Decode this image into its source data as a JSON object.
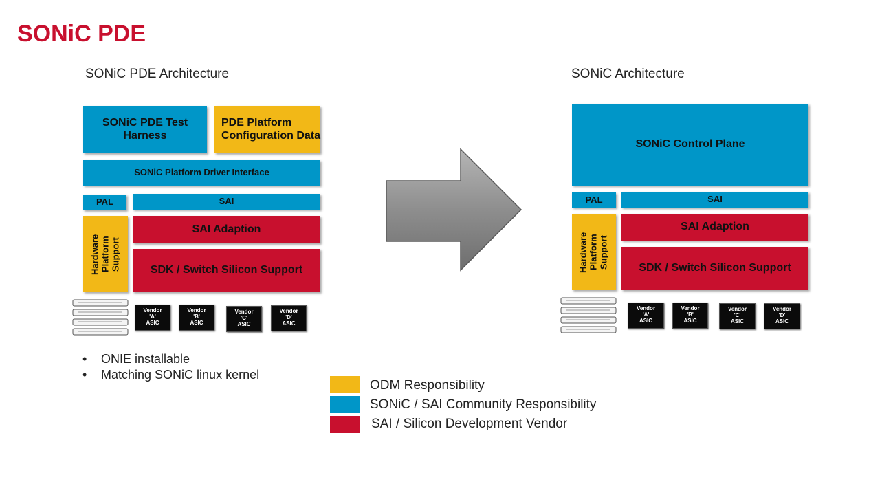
{
  "slide_title": "SONiC PDE",
  "left": {
    "heading": "SONiC PDE Architecture",
    "test_harness": "SONiC PDE Test Harness",
    "pde_config": "PDE Platform Configuration Data",
    "driver_interface": "SONiC Platform Driver Interface",
    "pal": "PAL",
    "sai": "SAI",
    "hw_support": "Hardware Platform Support",
    "sai_adaption": "SAI Adaption",
    "sdk": "SDK / Switch Silicon Support",
    "asics": [
      {
        "line1": "Vendor",
        "line2": "'A'",
        "line3": "ASIC"
      },
      {
        "line1": "Vendor",
        "line2": "'B'",
        "line3": "ASIC"
      },
      {
        "line1": "Vendor",
        "line2": "'C'",
        "line3": "ASIC"
      },
      {
        "line1": "Vendor",
        "line2": "'D'",
        "line3": "ASIC"
      }
    ]
  },
  "right": {
    "heading": "SONiC Architecture",
    "control_plane": "SONiC Control Plane",
    "pal": "PAL",
    "sai": "SAI",
    "hw_support": "Hardware Platform Support",
    "sai_adaption": "SAI Adaption",
    "sdk": "SDK / Switch Silicon Support",
    "asics": [
      {
        "line1": "Vendor",
        "line2": "'A'",
        "line3": "ASIC"
      },
      {
        "line1": "Vendor",
        "line2": "'B'",
        "line3": "ASIC"
      },
      {
        "line1": "Vendor",
        "line2": "'C'",
        "line3": "ASIC"
      },
      {
        "line1": "Vendor",
        "line2": "'D'",
        "line3": "ASIC"
      }
    ]
  },
  "bullets": [
    "ONIE installable",
    "Matching SONiC  linux kernel"
  ],
  "legend": [
    {
      "label": "ODM Responsibility",
      "color": "#f2b817"
    },
    {
      "label": "SONiC / SAI Community Responsibility",
      "color": "#0096c8"
    },
    {
      "label": "SAI / Silicon Development  Vendor",
      "color": "#c8102e"
    }
  ],
  "colors": {
    "title": "#c8102e",
    "blue": "#0096c8",
    "yellow": "#f2b817",
    "red": "#c8102e",
    "arrow": "#9a9a9a"
  }
}
